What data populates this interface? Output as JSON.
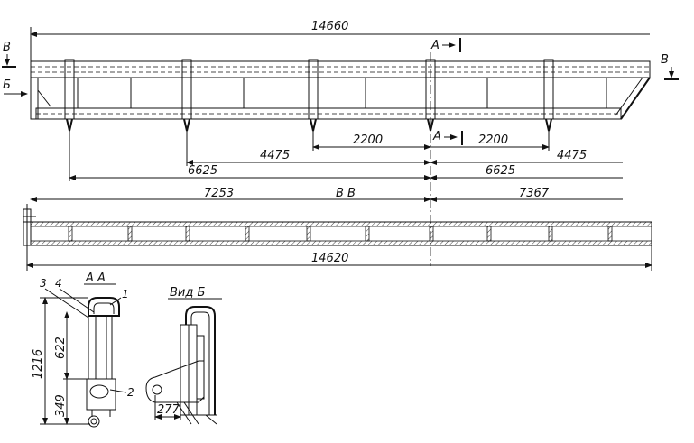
{
  "elevation": {
    "overall_length": "14660",
    "section_a_label": "А",
    "section_a_label_lower": "А",
    "section_b_label_left": "В",
    "section_b_label_right": "В",
    "view_label_left": "Б",
    "dim_2200_left": "2200",
    "dim_2200_right": "2200",
    "dim_4475_left": "4475",
    "dim_4475_right": "4475",
    "dim_6625_left": "6625",
    "dim_6625_right": "6625"
  },
  "plan": {
    "title": "В  В",
    "dim_left": "7253",
    "dim_right": "7367",
    "overall_length": "14620"
  },
  "section_aa": {
    "title": "А  А",
    "part_1": "1",
    "part_2": "2",
    "part_3": "3",
    "part_4": "4",
    "dim_total": "1216",
    "dim_upper": "622",
    "dim_lower": "349"
  },
  "view_b": {
    "title": "Вид Б",
    "dim_width": "277"
  }
}
